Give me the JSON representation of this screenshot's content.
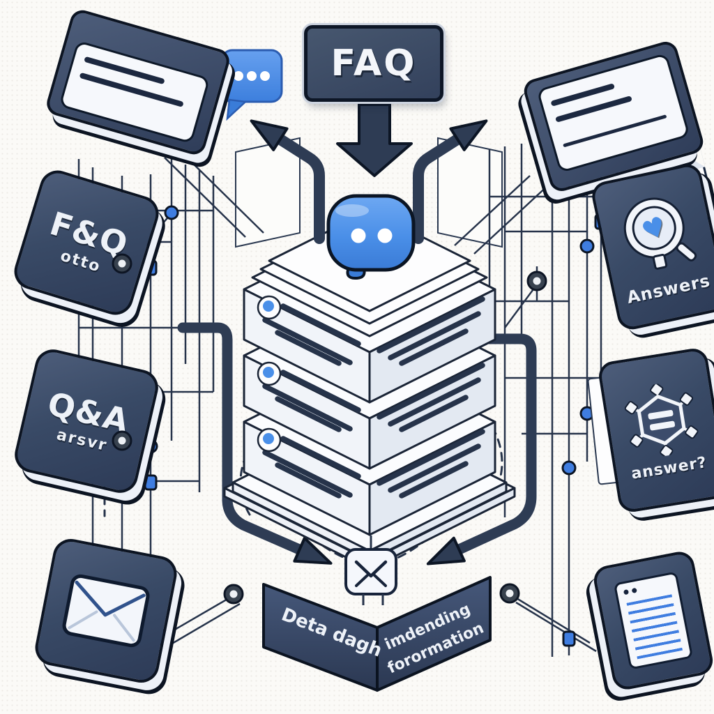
{
  "faq_sign": {
    "label": "FAQ"
  },
  "tiles": {
    "fq": {
      "title": "F&Q",
      "subtitle": "otto"
    },
    "qa": {
      "title": "Q&A",
      "subtitle": "arsvr"
    },
    "answers": {
      "label": "Answers",
      "heart_glyph": "♥"
    },
    "gear": {
      "label": "answer?"
    }
  },
  "banner": {
    "left_label": "Deta dagh",
    "right_line1": "imdending",
    "right_line2": "forormation"
  },
  "icons": {
    "chat_bubble": "speech-bubble-three-dots",
    "mascot": "blue-chat-robot-face",
    "mail_tile": "envelope",
    "answers_lens": "magnifier-with-heart",
    "gear": "gear-network-hexagon",
    "doc_tile": "document-with-lines",
    "envelope_box": "envelope-outline",
    "card_tiles": "text-card-with-lines"
  },
  "colors": {
    "navy": "#36435e",
    "navy_border": "#0c1422",
    "blue": "#4a8fe8",
    "line": "#26334a",
    "paper": "#f4f6fb",
    "background": "#fbfaf7"
  }
}
